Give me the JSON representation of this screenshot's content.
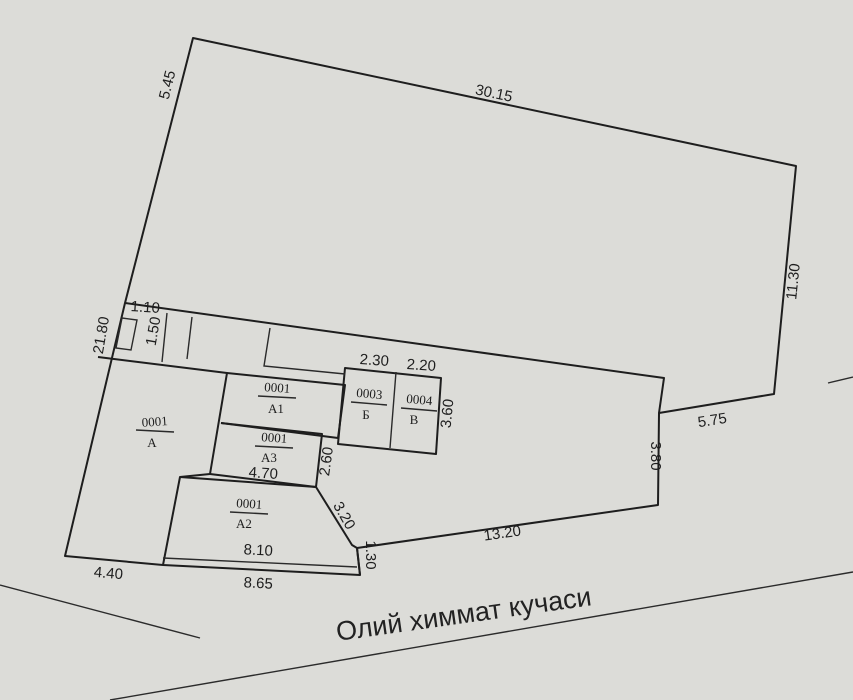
{
  "street_name": "Олий химмат кучаси",
  "dimensions": {
    "d545": "5.45",
    "d3015": "30.15",
    "d1130": "11.30",
    "d575": "5.75",
    "d380": "3.80",
    "d1320": "13.20",
    "d130": "1.30",
    "d865": "8.65",
    "d440": "4.40",
    "d2180": "21.80",
    "d110": "1.10",
    "d150": "1.50",
    "d230": "2.30",
    "d220": "2.20",
    "d360": "3.60",
    "d260": "2.60",
    "d470": "4.70",
    "d320": "3.20",
    "d810": "8.10"
  },
  "rooms": {
    "a": {
      "number": "0001",
      "letter": "А"
    },
    "a1": {
      "number": "0001",
      "letter": "А1"
    },
    "a2": {
      "number": "0001",
      "letter": "А2"
    },
    "a3": {
      "number": "0001",
      "letter": "А3"
    },
    "b": {
      "number": "0003",
      "letter": "Б"
    },
    "v": {
      "number": "0004",
      "letter": "В"
    }
  }
}
